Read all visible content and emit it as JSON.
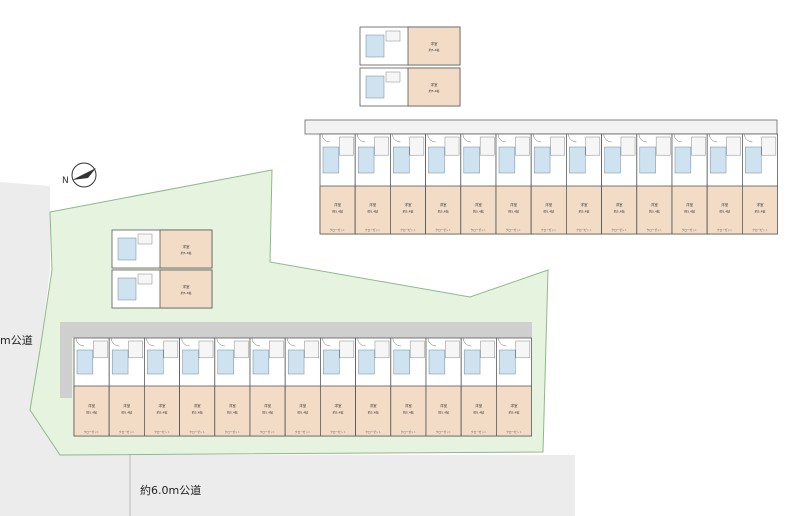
{
  "road_labels": {
    "bottom_road": "約6.0m公道",
    "left_road": "m公道"
  },
  "unit_labels": {
    "room_type": "洋室",
    "room_size_large": "約5.4帖",
    "room_size_small": "約5.4帖",
    "storage": "クローゼット"
  },
  "colors": {
    "site_green": "#e6f3df",
    "site_border": "#8fb88a",
    "road_gray": "#ececec",
    "walkway_gray": "#cfcfcf",
    "room_floor": "#f3dcc6",
    "bath_blue": "#cfe2ef",
    "wall": "#5a5a5a"
  },
  "icons": {
    "north_arrow": "compass-north-arrow-icon"
  }
}
